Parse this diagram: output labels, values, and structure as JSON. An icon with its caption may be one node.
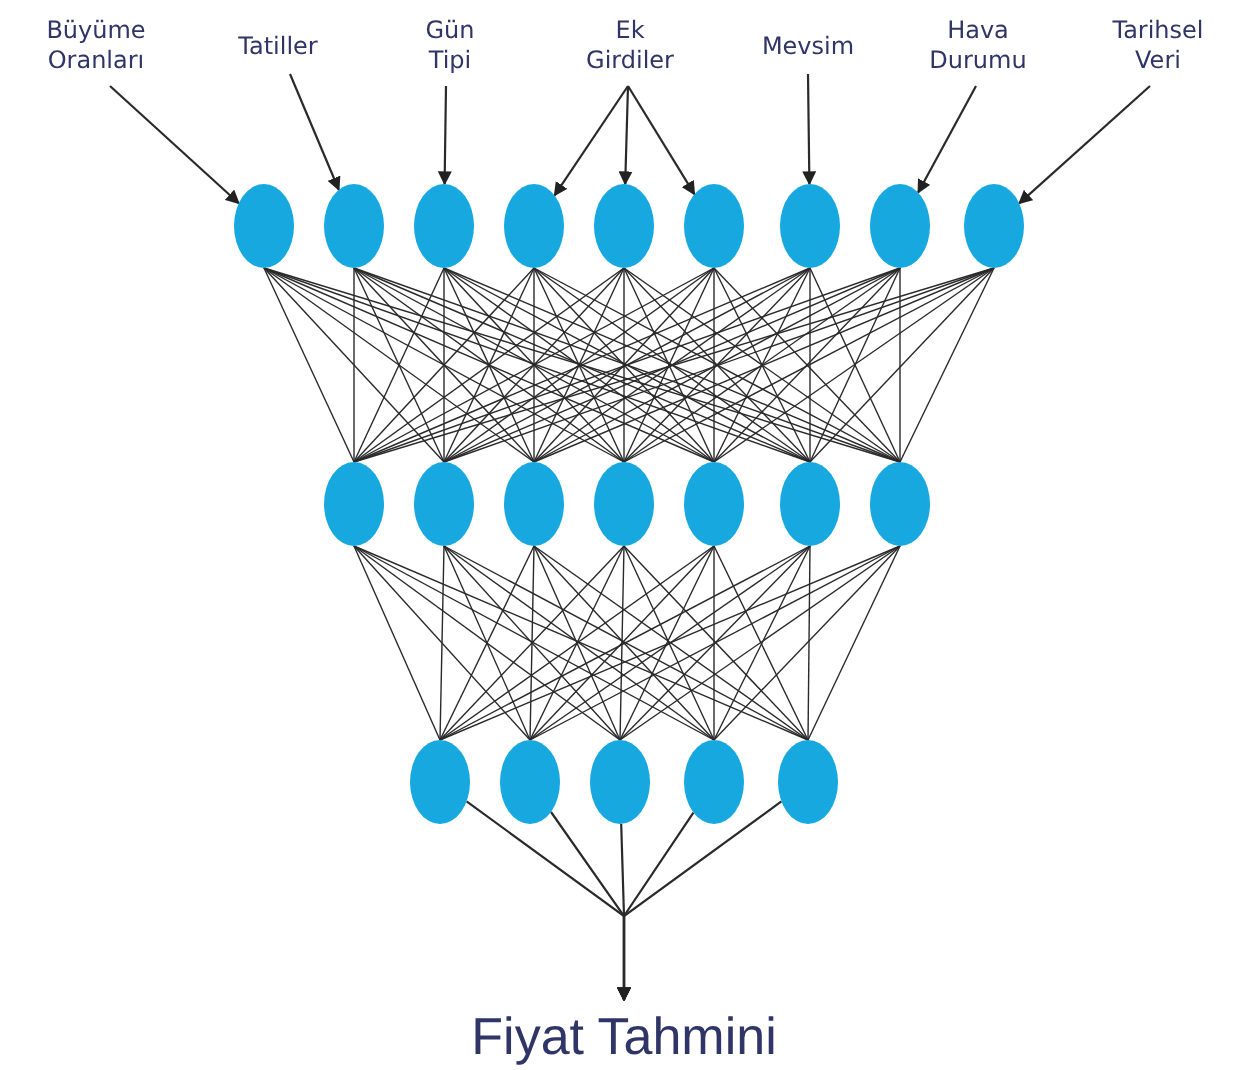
{
  "diagram": {
    "nodes": [
      {
        "text": [
          "Büyüme Oranları"
        ]
      },
      {
        "text": [
          "Tatiller"
        ]
      },
      {
        "text": [
          "Gün Tipi"
        ]
      },
      {
        "text": [
          "Ek Girdiler"
        ]
      },
      {
        "text": [
          "Mevsim"
        ]
      },
      {
        "text": [
          "Hava Durumu"
        ]
      },
      {
        "text": [
          "Tarihsel Veri"
        ]
      },
      {
        "text": [],
        "shape": "circle"
      },
      {
        "text": [],
        "shape": "circle"
      },
      {
        "text": [],
        "shape": "circle"
      },
      {
        "text": [],
        "shape": "circle"
      },
      {
        "text": [],
        "shape": "circle"
      },
      {
        "text": [],
        "shape": "circle"
      },
      {
        "text": [],
        "shape": "circle"
      },
      {
        "text": [],
        "shape": "circle"
      },
      {
        "text": [],
        "shape": "circle"
      },
      {
        "text": [],
        "shape": "circle"
      },
      {
        "text": [],
        "shape": "circle"
      },
      {
        "text": [],
        "shape": "circle"
      },
      {
        "text": [],
        "shape": "circle"
      },
      {
        "text": [],
        "shape": "circle"
      },
      {
        "text": [],
        "shape": "circle"
      },
      {
        "text": [],
        "shape": "circle"
      },
      {
        "text": [],
        "shape": "circle"
      },
      {
        "text": [],
        "shape": "circle"
      },
      {
        "text": [],
        "shape": "circle"
      },
      {
        "text": [],
        "shape": "circle"
      },
      {
        "text": [],
        "shape": "circle"
      },
      {
        "text": [
          "Fiyat Tahmini"
        ]
      }
    ],
    "edges": [
      {
        "from": 0,
        "to": 7,
        "arrow": "to"
      },
      {
        "from": 1,
        "to": 8,
        "arrow": "to"
      },
      {
        "from": 2,
        "to": 9,
        "arrow": "to"
      },
      {
        "from": 3,
        "to": 10,
        "arrow": "to"
      },
      {
        "from": 3,
        "to": 11,
        "arrow": "to"
      },
      {
        "from": 3,
        "to": 12,
        "arrow": "to"
      },
      {
        "from": 4,
        "to": 13,
        "arrow": "to"
      },
      {
        "from": 5,
        "to": 14,
        "arrow": "to"
      },
      {
        "from": 6,
        "to": 15,
        "arrow": "to"
      },
      {
        "from": 7,
        "to": 16,
        "arrow": "none"
      },
      {
        "from": 7,
        "to": 17,
        "arrow": "none"
      },
      {
        "from": 7,
        "to": 18,
        "arrow": "none"
      },
      {
        "from": 7,
        "to": 19,
        "arrow": "none"
      },
      {
        "from": 7,
        "to": 20,
        "arrow": "none"
      },
      {
        "from": 7,
        "to": 21,
        "arrow": "none"
      },
      {
        "from": 7,
        "to": 22,
        "arrow": "none"
      },
      {
        "from": 8,
        "to": 16,
        "arrow": "none"
      },
      {
        "from": 8,
        "to": 17,
        "arrow": "none"
      },
      {
        "from": 8,
        "to": 18,
        "arrow": "none"
      },
      {
        "from": 8,
        "to": 19,
        "arrow": "none"
      },
      {
        "from": 8,
        "to": 20,
        "arrow": "none"
      },
      {
        "from": 8,
        "to": 21,
        "arrow": "none"
      },
      {
        "from": 8,
        "to": 22,
        "arrow": "none"
      },
      {
        "from": 9,
        "to": 16,
        "arrow": "none"
      },
      {
        "from": 9,
        "to": 17,
        "arrow": "none"
      },
      {
        "from": 9,
        "to": 18,
        "arrow": "none"
      },
      {
        "from": 9,
        "to": 19,
        "arrow": "none"
      },
      {
        "from": 9,
        "to": 20,
        "arrow": "none"
      },
      {
        "from": 9,
        "to": 21,
        "arrow": "none"
      },
      {
        "from": 9,
        "to": 22,
        "arrow": "none"
      },
      {
        "from": 10,
        "to": 16,
        "arrow": "none"
      },
      {
        "from": 10,
        "to": 17,
        "arrow": "none"
      },
      {
        "from": 10,
        "to": 18,
        "arrow": "none"
      },
      {
        "from": 10,
        "to": 19,
        "arrow": "none"
      },
      {
        "from": 10,
        "to": 20,
        "arrow": "none"
      },
      {
        "from": 10,
        "to": 21,
        "arrow": "none"
      },
      {
        "from": 10,
        "to": 22,
        "arrow": "none"
      },
      {
        "from": 11,
        "to": 16,
        "arrow": "none"
      },
      {
        "from": 11,
        "to": 17,
        "arrow": "none"
      },
      {
        "from": 11,
        "to": 18,
        "arrow": "none"
      },
      {
        "from": 11,
        "to": 19,
        "arrow": "none"
      },
      {
        "from": 11,
        "to": 20,
        "arrow": "none"
      },
      {
        "from": 11,
        "to": 21,
        "arrow": "none"
      },
      {
        "from": 11,
        "to": 22,
        "arrow": "none"
      },
      {
        "from": 12,
        "to": 16,
        "arrow": "none"
      },
      {
        "from": 12,
        "to": 17,
        "arrow": "none"
      },
      {
        "from": 12,
        "to": 18,
        "arrow": "none"
      },
      {
        "from": 12,
        "to": 19,
        "arrow": "none"
      },
      {
        "from": 12,
        "to": 20,
        "arrow": "none"
      },
      {
        "from": 12,
        "to": 21,
        "arrow": "none"
      },
      {
        "from": 12,
        "to": 22,
        "arrow": "none"
      },
      {
        "from": 13,
        "to": 16,
        "arrow": "none"
      },
      {
        "from": 13,
        "to": 17,
        "arrow": "none"
      },
      {
        "from": 13,
        "to": 18,
        "arrow": "none"
      },
      {
        "from": 13,
        "to": 19,
        "arrow": "none"
      },
      {
        "from": 13,
        "to": 20,
        "arrow": "none"
      },
      {
        "from": 13,
        "to": 21,
        "arrow": "none"
      },
      {
        "from": 13,
        "to": 22,
        "arrow": "none"
      },
      {
        "from": 14,
        "to": 16,
        "arrow": "none"
      },
      {
        "from": 14,
        "to": 17,
        "arrow": "none"
      },
      {
        "from": 14,
        "to": 18,
        "arrow": "none"
      },
      {
        "from": 14,
        "to": 19,
        "arrow": "none"
      },
      {
        "from": 14,
        "to": 20,
        "arrow": "none"
      },
      {
        "from": 14,
        "to": 21,
        "arrow": "none"
      },
      {
        "from": 14,
        "to": 22,
        "arrow": "none"
      },
      {
        "from": 15,
        "to": 16,
        "arrow": "none"
      },
      {
        "from": 15,
        "to": 17,
        "arrow": "none"
      },
      {
        "from": 15,
        "to": 18,
        "arrow": "none"
      },
      {
        "from": 15,
        "to": 19,
        "arrow": "none"
      },
      {
        "from": 15,
        "to": 20,
        "arrow": "none"
      },
      {
        "from": 15,
        "to": 21,
        "arrow": "none"
      },
      {
        "from": 15,
        "to": 22,
        "arrow": "none"
      },
      {
        "from": 16,
        "to": 23,
        "arrow": "none"
      },
      {
        "from": 16,
        "to": 24,
        "arrow": "none"
      },
      {
        "from": 16,
        "to": 25,
        "arrow": "none"
      },
      {
        "from": 16,
        "to": 26,
        "arrow": "none"
      },
      {
        "from": 16,
        "to": 27,
        "arrow": "none"
      },
      {
        "from": 17,
        "to": 23,
        "arrow": "none"
      },
      {
        "from": 17,
        "to": 24,
        "arrow": "none"
      },
      {
        "from": 17,
        "to": 25,
        "arrow": "none"
      },
      {
        "from": 17,
        "to": 26,
        "arrow": "none"
      },
      {
        "from": 17,
        "to": 27,
        "arrow": "none"
      },
      {
        "from": 18,
        "to": 23,
        "arrow": "none"
      },
      {
        "from": 18,
        "to": 24,
        "arrow": "none"
      },
      {
        "from": 18,
        "to": 25,
        "arrow": "none"
      },
      {
        "from": 18,
        "to": 26,
        "arrow": "none"
      },
      {
        "from": 18,
        "to": 27,
        "arrow": "none"
      },
      {
        "from": 19,
        "to": 23,
        "arrow": "none"
      },
      {
        "from": 19,
        "to": 24,
        "arrow": "none"
      },
      {
        "from": 19,
        "to": 25,
        "arrow": "none"
      },
      {
        "from": 19,
        "to": 26,
        "arrow": "none"
      },
      {
        "from": 19,
        "to": 27,
        "arrow": "none"
      },
      {
        "from": 20,
        "to": 23,
        "arrow": "none"
      },
      {
        "from": 20,
        "to": 24,
        "arrow": "none"
      },
      {
        "from": 20,
        "to": 25,
        "arrow": "none"
      },
      {
        "from": 20,
        "to": 26,
        "arrow": "none"
      },
      {
        "from": 20,
        "to": 27,
        "arrow": "none"
      },
      {
        "from": 21,
        "to": 23,
        "arrow": "none"
      },
      {
        "from": 21,
        "to": 24,
        "arrow": "none"
      },
      {
        "from": 21,
        "to": 25,
        "arrow": "none"
      },
      {
        "from": 21,
        "to": 26,
        "arrow": "none"
      },
      {
        "from": 21,
        "to": 27,
        "arrow": "none"
      },
      {
        "from": 22,
        "to": 23,
        "arrow": "none"
      },
      {
        "from": 22,
        "to": 24,
        "arrow": "none"
      },
      {
        "from": 22,
        "to": 25,
        "arrow": "none"
      },
      {
        "from": 22,
        "to": 26,
        "arrow": "none"
      },
      {
        "from": 22,
        "to": 27,
        "arrow": "none"
      },
      {
        "from": 23,
        "to": 28,
        "arrow": "to"
      },
      {
        "from": 24,
        "to": 28,
        "arrow": "to"
      },
      {
        "from": 25,
        "to": 28,
        "arrow": "to"
      },
      {
        "from": 26,
        "to": 28,
        "arrow": "to"
      },
      {
        "from": 27,
        "to": 28,
        "arrow": "to"
      }
    ]
  }
}
